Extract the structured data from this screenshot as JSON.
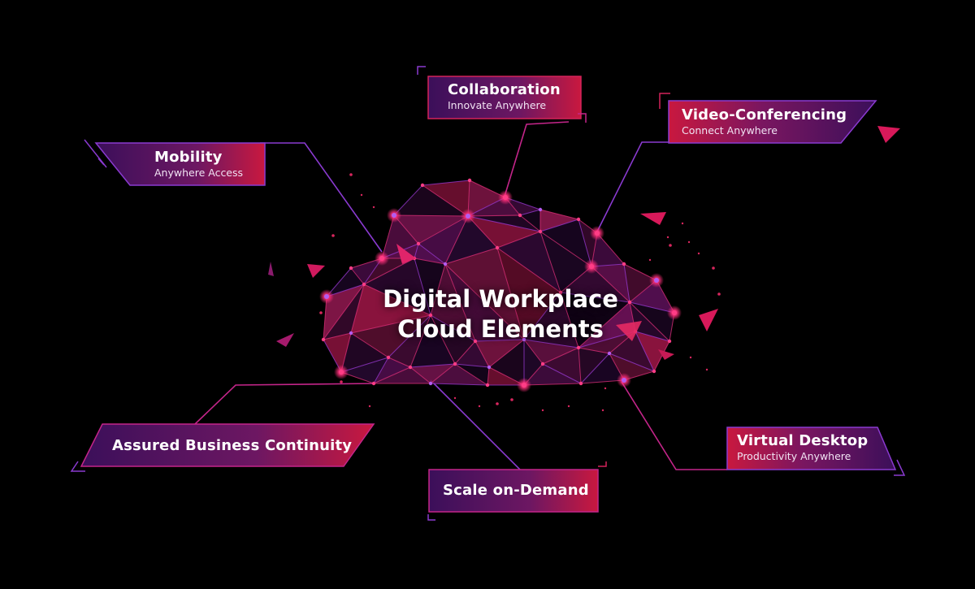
{
  "center": {
    "line1": "Digital Workplace",
    "line2": "Cloud Elements"
  },
  "elements": [
    {
      "id": "collaboration",
      "title": "Collaboration",
      "subtitle": "Innovate Anywhere"
    },
    {
      "id": "video",
      "title": "Video-Conferencing",
      "subtitle": "Connect Anywhere"
    },
    {
      "id": "mobility",
      "title": "Mobility",
      "subtitle": "Anywhere Access"
    },
    {
      "id": "continuity",
      "title": "Assured Business Continuity",
      "subtitle": ""
    },
    {
      "id": "scale",
      "title": "Scale on-Demand",
      "subtitle": ""
    },
    {
      "id": "vdi",
      "title": "Virtual Desktop",
      "subtitle": "Productivity Anywhere"
    }
  ],
  "colors": {
    "background": "#000000",
    "magenta": "#e8195a",
    "purple": "#7b2fb6",
    "line_pink": "#c4258a",
    "line_violet": "#8a3ad0"
  }
}
